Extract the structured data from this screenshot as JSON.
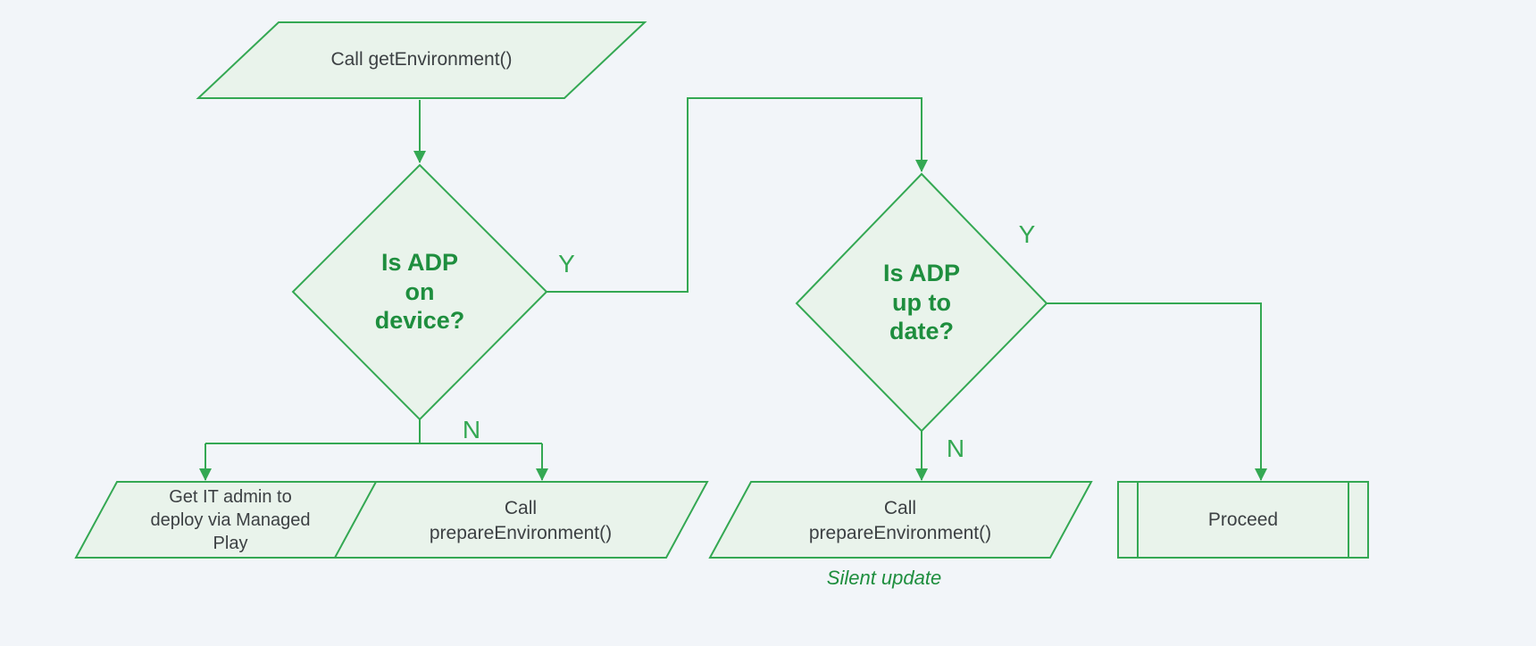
{
  "diagram": {
    "type": "flowchart",
    "nodes": {
      "start": {
        "shape": "parallelogram",
        "label": "Call getEnvironment()"
      },
      "decision_adp_on_device": {
        "shape": "diamond",
        "label": "Is ADP\non\ndevice?"
      },
      "decision_adp_up_to_date": {
        "shape": "diamond",
        "label": "Is ADP\nup to\ndate?"
      },
      "deploy_via_managed_play": {
        "shape": "parallelogram",
        "label": "Get IT admin to\ndeploy via Managed\nPlay"
      },
      "prepare_environment_install": {
        "shape": "parallelogram",
        "label": "Call\nprepareEnvironment()"
      },
      "prepare_environment_update": {
        "shape": "parallelogram",
        "label": "Call\nprepareEnvironment()"
      },
      "proceed": {
        "shape": "predefined-process",
        "label": "Proceed"
      }
    },
    "edges": {
      "decision1_yes": {
        "label": "Y"
      },
      "decision1_no": {
        "label": "N"
      },
      "decision2_yes": {
        "label": "Y"
      },
      "decision2_no": {
        "label": "N"
      }
    },
    "annotations": {
      "silent_update": "Silent update"
    },
    "colors": {
      "stroke": "#34a853",
      "fill": "#e9f3eb",
      "decision_text": "#1e8e3e",
      "text": "#3c4043",
      "background": "#f2f5f9"
    }
  }
}
